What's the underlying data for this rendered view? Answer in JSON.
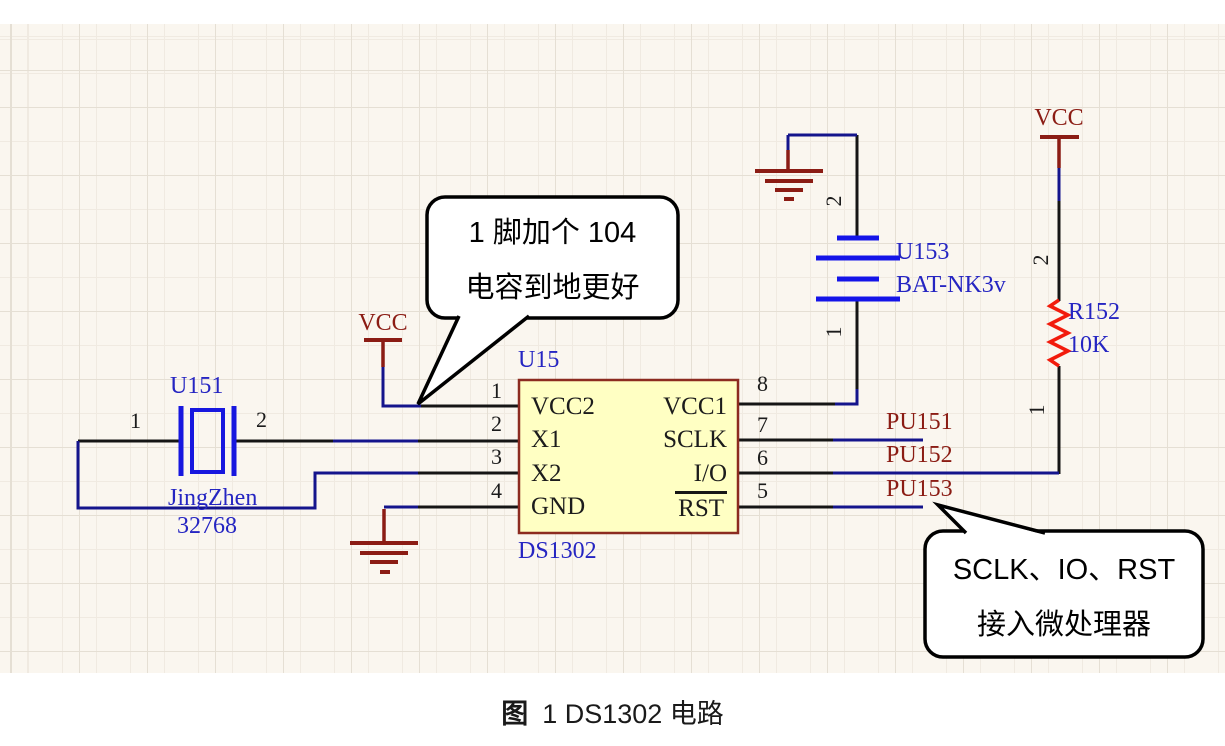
{
  "colors": {
    "canvas_background": "#FAF6EF",
    "grid_major": "#E5DFD4",
    "grid_minor": "#F0EAE1",
    "wire_black": "#151515",
    "wire_blue": "#14148C",
    "symbol_blue": "#1717DF",
    "designator_blue": "#2525C2",
    "power_dark_red": "#8B1C14",
    "chip_fill": "#FFFFC3",
    "chip_border": "#8C2B20",
    "resistor_red": "#F21B0C"
  },
  "schematic": {
    "chip": {
      "designator": "U15",
      "part": "DS1302",
      "left_pins": [
        {
          "num": "1",
          "name": "VCC2"
        },
        {
          "num": "2",
          "name": "X1"
        },
        {
          "num": "3",
          "name": "X2"
        },
        {
          "num": "4",
          "name": "GND"
        }
      ],
      "right_pins": [
        {
          "num": "8",
          "name": "VCC1"
        },
        {
          "num": "7",
          "name": "SCLK"
        },
        {
          "num": "6",
          "name": "I/O"
        },
        {
          "num": "5",
          "name": "RST"
        }
      ]
    },
    "crystal": {
      "designator": "U151",
      "label": "JingZhen",
      "value": "32768",
      "pin_left": "1",
      "pin_right": "2"
    },
    "battery": {
      "designator": "U153",
      "part": "BAT-NK3v",
      "pin_top": "2",
      "pin_bottom": "1"
    },
    "resistor": {
      "designator": "R152",
      "value": "10K",
      "pin_top": "2",
      "pin_bottom": "1"
    },
    "power_labels": {
      "vcc_left": "VCC",
      "vcc_right": "VCC"
    },
    "net_labels": [
      "PU151",
      "PU152",
      "PU153"
    ]
  },
  "callouts": {
    "cap_note": {
      "line1": "1 脚加个 104",
      "line2": "电容到地更好"
    },
    "mcu_note": {
      "line1": "SCLK、IO、RST",
      "line2": "接入微处理器"
    }
  },
  "caption": {
    "label": "图",
    "text": "1 DS1302 电路"
  }
}
